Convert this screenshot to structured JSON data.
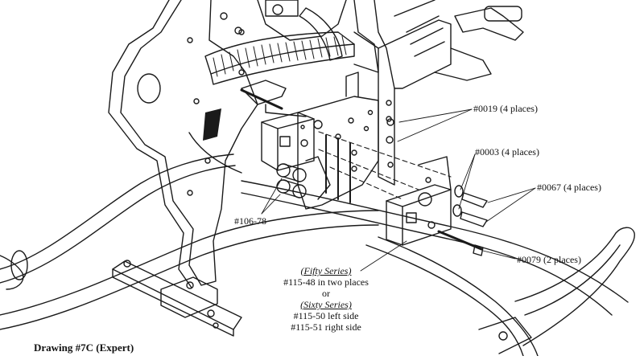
{
  "drawing_title": "Drawing #7C (Expert)",
  "callouts": {
    "p0019": "#0019 (4 places)",
    "p0003": "#0003 (4 places)",
    "p0067": "#0067 (4 places)",
    "p0079": "#0079 (2 places)",
    "p10678": "#106-78"
  },
  "series_note": {
    "fifty_heading": "(Fifty Series)",
    "fifty_part": "#115-48 in two places",
    "or": "or",
    "sixty_heading": "(Sixty Series)",
    "sixty_left": "#115-50 left side",
    "sixty_right": "#115-51 right side"
  }
}
